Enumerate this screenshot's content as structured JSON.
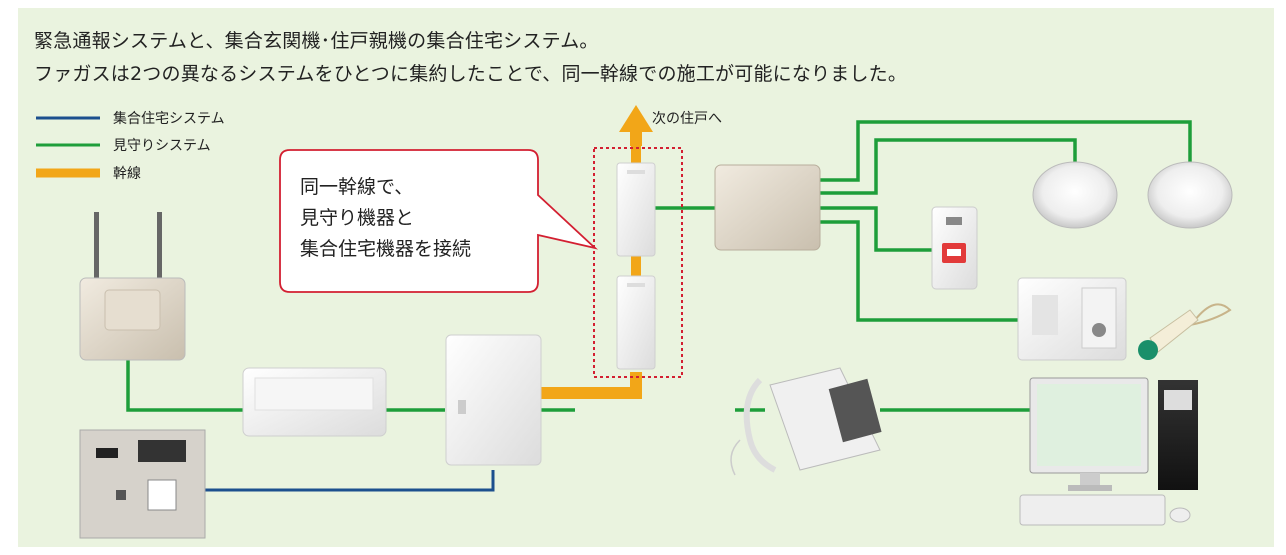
{
  "intro": {
    "line1": "緊急通報システムと、集合玄関機･住戸親機の集合住宅システム。",
    "line2": "ファガスは2つの異なるシステムをひとつに集約したことで、同一幹線での施工が可能になりました。"
  },
  "legend": [
    {
      "label": "集合住宅システム",
      "color": "#1c4f8e"
    },
    {
      "label": "見守りシステム",
      "color": "#1e9e3a"
    },
    {
      "label": "幹線",
      "color": "#f2a618"
    }
  ],
  "callout": {
    "lines": [
      "同一幹線で、",
      "見守り機器と",
      "集合住宅機器を接続"
    ],
    "border_color": "#d31f31"
  },
  "next_unit_label": "次の住戸へ",
  "colors": {
    "background": "#eaf3df",
    "housing_line": "#1c4f8e",
    "monitor_line": "#1e9e3a",
    "trunk_line": "#f2a618",
    "highlight_box": "#d31f31"
  },
  "devices": [
    "wireless-repeater",
    "entrance-intercom-panel",
    "control-box",
    "distribution-box",
    "terminal-adapter-upper",
    "terminal-adapter-lower",
    "monitor-unit",
    "ceiling-sensor-1",
    "ceiling-sensor-2",
    "emergency-button",
    "pull-cord-panel",
    "pendant-call-switch",
    "master-intercom-phone",
    "management-pc"
  ]
}
